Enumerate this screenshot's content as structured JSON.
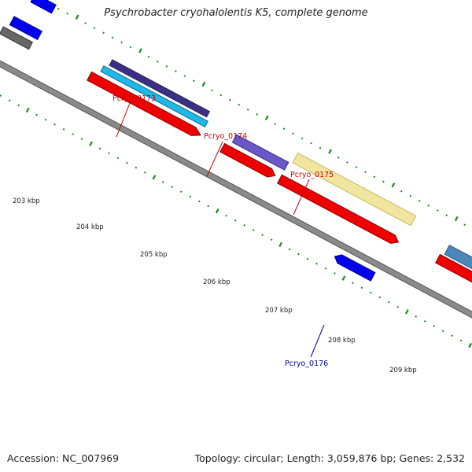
{
  "title": "Psychrobacter cryohalolentis K5, complete genome",
  "footer": {
    "accession": "Accession: NC_007969",
    "topology": "Topology: circular; Length: 3,059,876 bp; Genes: 2,532"
  },
  "tick_labels": [
    "203 kbp",
    "204 kbp",
    "205 kbp",
    "206 kbp",
    "207 kbp",
    "208 kbp",
    "209 kbp"
  ],
  "gene_labels": [
    {
      "text": "Pcryo_0173",
      "color": "#cc0000"
    },
    {
      "text": "Pcryo_0174",
      "color": "#cc0000"
    },
    {
      "text": "Pcryo_0175",
      "color": "#cc0000"
    },
    {
      "text": "Pcryo_0176",
      "color": "#0000aa"
    }
  ],
  "colors": {
    "backbone": "#888888",
    "ticks": "#1a8a1a",
    "forward_gene": "#ee0000",
    "reverse_gene": "#0000ee",
    "other_feature": "#666666"
  }
}
